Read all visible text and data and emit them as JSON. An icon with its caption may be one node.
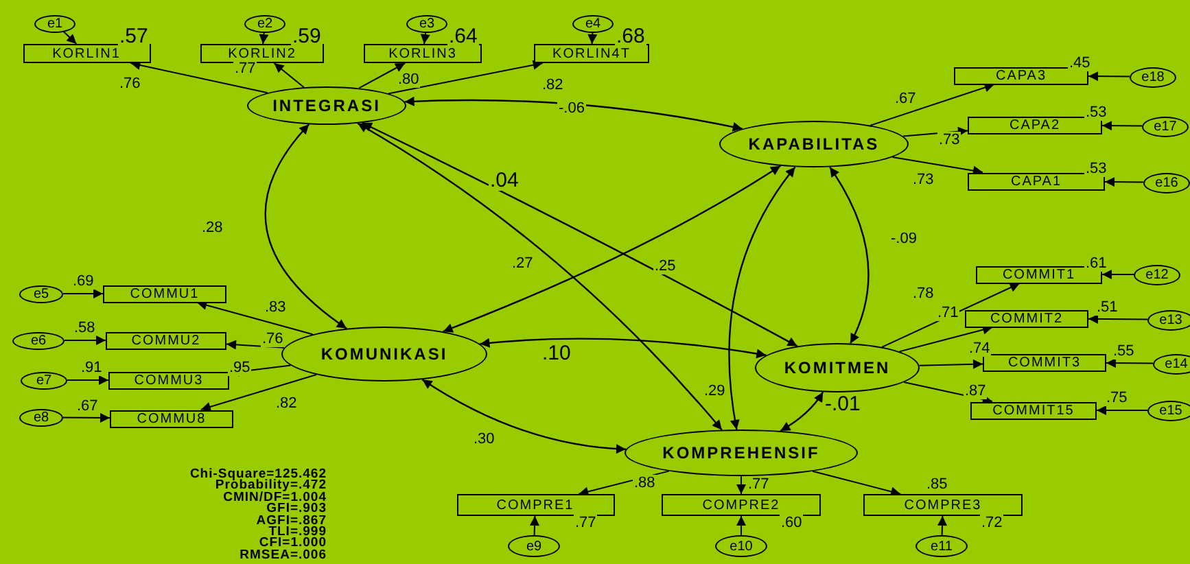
{
  "diagram": {
    "nodes": [
      {
        "text": [
          "e1"
        ]
      },
      {
        "text": [
          "e2"
        ]
      },
      {
        "text": [
          "e3"
        ]
      },
      {
        "text": [
          "e4"
        ]
      },
      {
        "text": [
          "KORLIN1"
        ],
        "beside": [
          ".57"
        ]
      },
      {
        "text": [
          "KORLIN2"
        ],
        "beside": [
          ".59"
        ]
      },
      {
        "text": [
          "KORLIN3"
        ],
        "beside": [
          ".64"
        ]
      },
      {
        "text": [
          "KORLIN4T"
        ],
        "beside": [
          ".68"
        ]
      },
      {
        "text": [
          "INTEGRASI"
        ]
      },
      {
        "text": [
          "CAPA3"
        ],
        "beside": [
          ".45"
        ]
      },
      {
        "text": [
          "e18"
        ]
      },
      {
        "text": [
          "CAPA2"
        ],
        "beside": [
          ".53"
        ]
      },
      {
        "text": [
          "e17"
        ]
      },
      {
        "text": [
          "KAPABILITAS"
        ]
      },
      {
        "text": [
          "CAPA1"
        ],
        "beside": [
          ".53"
        ]
      },
      {
        "text": [
          "e16"
        ]
      },
      {
        "text": [
          "e5"
        ]
      },
      {
        "text": [
          "COMMU1"
        ],
        "beside": [
          ".69"
        ]
      },
      {
        "text": [
          "e6"
        ]
      },
      {
        "text": [
          "COMMU2"
        ],
        "beside": [
          ".58"
        ]
      },
      {
        "text": [
          "e7"
        ]
      },
      {
        "text": [
          "COMMU3"
        ],
        "beside": [
          ".91"
        ]
      },
      {
        "text": [
          "e8"
        ]
      },
      {
        "text": [
          "COMMU8"
        ],
        "beside": [
          ".67"
        ]
      },
      {
        "text": [
          "KOMUNIKASI"
        ]
      },
      {
        "text": [
          "COMMIT1"
        ],
        "beside": [
          ".61"
        ]
      },
      {
        "text": [
          "e12"
        ]
      },
      {
        "text": [
          "KOMITMEN"
        ]
      },
      {
        "text": [
          "COMMIT2"
        ],
        "beside": [
          ".51"
        ]
      },
      {
        "text": [
          "e13"
        ]
      },
      {
        "text": [
          "COMMIT3"
        ],
        "beside": [
          ".55"
        ]
      },
      {
        "text": [
          "e14"
        ]
      },
      {
        "text": [
          "COMMIT15"
        ],
        "beside": [
          ".75"
        ]
      },
      {
        "text": [
          "e15"
        ]
      },
      {
        "text": [
          "KOMPREHENSIF"
        ]
      },
      {
        "text": [
          "COMPRE1"
        ],
        "beside": [
          ".77"
        ]
      },
      {
        "text": [
          "COMPRE2"
        ],
        "beside": [
          ".60"
        ]
      },
      {
        "text": [
          "COMPRE3"
        ],
        "beside": [
          ".72"
        ]
      },
      {
        "text": [
          "e9"
        ]
      },
      {
        "text": [
          "e10"
        ]
      },
      {
        "text": [
          "e11"
        ]
      }
    ],
    "edges": [
      {
        "from": 0,
        "to": 4,
        "arrow": "to"
      },
      {
        "from": 1,
        "to": 5,
        "arrow": "to"
      },
      {
        "from": 2,
        "to": 6,
        "arrow": "to"
      },
      {
        "from": 3,
        "to": 7,
        "arrow": "to"
      },
      {
        "from": 8,
        "to": 4,
        "arrow": "to",
        "label": ".76"
      },
      {
        "from": 8,
        "to": 5,
        "arrow": "to",
        "label": ".77"
      },
      {
        "from": 8,
        "to": 6,
        "arrow": "to",
        "label": ".80"
      },
      {
        "from": 8,
        "to": 7,
        "arrow": "to",
        "label": ".82"
      },
      {
        "from": 13,
        "to": 9,
        "arrow": "to",
        "label": ".67"
      },
      {
        "from": 13,
        "to": 11,
        "arrow": "to",
        "label": ".73"
      },
      {
        "from": 13,
        "to": 14,
        "arrow": "to",
        "label": ".73"
      },
      {
        "from": 10,
        "to": 9,
        "arrow": "to"
      },
      {
        "from": 12,
        "to": 11,
        "arrow": "to"
      },
      {
        "from": 15,
        "to": 14,
        "arrow": "to"
      },
      {
        "from": 16,
        "to": 17,
        "arrow": "to"
      },
      {
        "from": 18,
        "to": 19,
        "arrow": "to"
      },
      {
        "from": 20,
        "to": 21,
        "arrow": "to"
      },
      {
        "from": 22,
        "to": 23,
        "arrow": "to"
      },
      {
        "from": 24,
        "to": 17,
        "arrow": "to",
        "label": ".83"
      },
      {
        "from": 24,
        "to": 19,
        "arrow": "to",
        "label": ".76"
      },
      {
        "from": 24,
        "to": 21,
        "arrow": "to",
        "label": ".95"
      },
      {
        "from": 24,
        "to": 23,
        "arrow": "to",
        "label": ".82"
      },
      {
        "from": 27,
        "to": 25,
        "arrow": "to",
        "label": ".78"
      },
      {
        "from": 27,
        "to": 28,
        "arrow": "to",
        "label": ".71"
      },
      {
        "from": 27,
        "to": 30,
        "arrow": "to",
        "label": ".74"
      },
      {
        "from": 27,
        "to": 32,
        "arrow": "to",
        "label": ".87"
      },
      {
        "from": 26,
        "to": 25,
        "arrow": "to"
      },
      {
        "from": 29,
        "to": 28,
        "arrow": "to"
      },
      {
        "from": 31,
        "to": 30,
        "arrow": "to"
      },
      {
        "from": 33,
        "to": 32,
        "arrow": "to"
      },
      {
        "from": 34,
        "to": 35,
        "arrow": "to",
        "label": ".88"
      },
      {
        "from": 34,
        "to": 36,
        "arrow": "to",
        "label": ".77"
      },
      {
        "from": 34,
        "to": 37,
        "arrow": "to",
        "label": ".85"
      },
      {
        "from": 38,
        "to": 35,
        "arrow": "to"
      },
      {
        "from": 39,
        "to": 36,
        "arrow": "to"
      },
      {
        "from": 40,
        "to": 37,
        "arrow": "to"
      },
      {
        "from": 8,
        "to": 13,
        "arrow": "both",
        "label": "-.06"
      },
      {
        "from": 8,
        "to": 27,
        "arrow": "both",
        "label": ".04"
      },
      {
        "from": 8,
        "to": 34,
        "arrow": "both",
        "label": ".27"
      },
      {
        "from": 8,
        "to": 24,
        "arrow": "both",
        "label": ".28"
      },
      {
        "from": 24,
        "to": 13,
        "arrow": "both",
        "label": ".25"
      },
      {
        "from": 13,
        "to": 34,
        "arrow": "both",
        "label": ".29"
      },
      {
        "from": 13,
        "to": 27,
        "arrow": "both",
        "label": "-.09"
      },
      {
        "from": 24,
        "to": 27,
        "arrow": "both",
        "label": ".10"
      },
      {
        "from": 24,
        "to": 34,
        "arrow": "both",
        "label": ".30"
      },
      {
        "from": 27,
        "to": 34,
        "arrow": "both",
        "label": "-.01"
      }
    ],
    "labels": [
      "Chi-Square=125.462",
      "Probability=.472",
      "CMIN/DF=1.004",
      "GFI=.903",
      "AGFI=.867",
      "TLI=.999",
      "CFI=1.000",
      "RMSEA=.006"
    ]
  }
}
